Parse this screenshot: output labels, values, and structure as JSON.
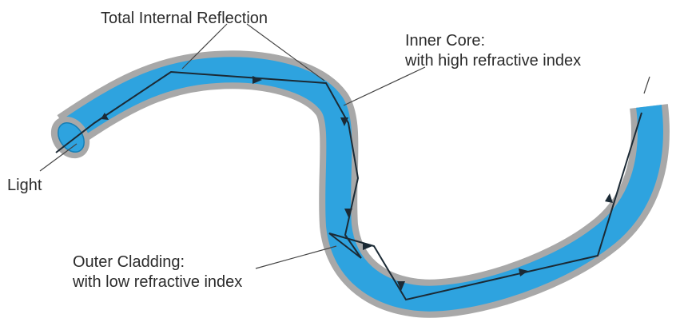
{
  "labels": {
    "total_internal_reflection": "Total Internal Reflection",
    "inner_core_line1": "Inner Core:",
    "inner_core_line2": "with high refractive index",
    "outer_cladding_line1": "Outer Cladding:",
    "outer_cladding_line2": "with low refractive index",
    "light": "Light"
  },
  "colors": {
    "core": "#2ea3df",
    "cladding": "#a8a8a8",
    "ray": "#1b2a35",
    "text": "#2b2b2b",
    "leader": "#444444"
  }
}
